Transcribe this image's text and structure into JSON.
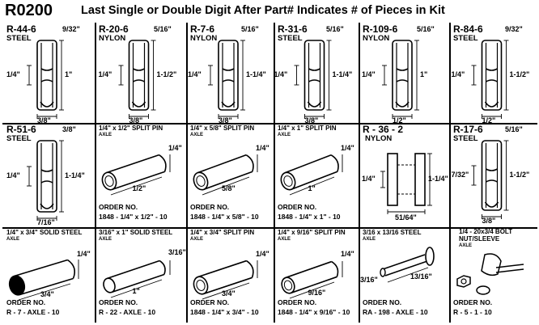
{
  "header": {
    "code": "R0200",
    "title": "Last Single or Double Digit After Part# Indicates # of Pieces in Kit"
  },
  "row1": [
    {
      "part": "R-44-6",
      "material": "STEEL",
      "top": "9/32\"",
      "left": "1/4\"",
      "height": "1\"",
      "bottom": "3/8\""
    },
    {
      "part": "R-20-6",
      "material": "NYLON",
      "top": "5/16\"",
      "left": "1/4\"",
      "height": "1-1/2\"",
      "bottom": "3/8\""
    },
    {
      "part": "R-7-6",
      "material": "NYLON",
      "top": "5/16\"",
      "left": "1/4\"",
      "height": "1-1/4\"",
      "bottom": "3/8\""
    },
    {
      "part": "R-31-6",
      "material": "STEEL",
      "top": "5/16\"",
      "left": "1/4\"",
      "height": "1-1/4\"",
      "bottom": "3/8\""
    },
    {
      "part": "R-109-6",
      "material": "NYLON",
      "top": "5/16\"",
      "left": "1/4\"",
      "height": "1\"",
      "bottom": "1/2\""
    },
    {
      "part": "R-84-6",
      "material": "STEEL",
      "top": "9/32\"",
      "left": "1/4\"",
      "height": "1-1/2\"",
      "bottom": "1/2\""
    }
  ],
  "row2": {
    "r51": {
      "part": "R-51-6",
      "material": "STEEL",
      "top": "3/8\"",
      "left": "1/4\"",
      "height": "1-1/4\"",
      "bottom": "7/16\""
    },
    "pins": [
      {
        "caption": "1/4\" x 1/2\" SPLIT PIN",
        "sub": "AXLE",
        "diam": "1/4\"",
        "length": "1/2\"",
        "order_label": "ORDER NO.",
        "order": "1848 - 1/4\" x 1/2\" - 10"
      },
      {
        "caption": "1/4\" x 5/8\" SPLIT PIN",
        "sub": "AXLE",
        "diam": "1/4\"",
        "length": "5/8\"",
        "order_label": "ORDER NO.",
        "order": "1848 - 1/4\" x 5/8\" - 10"
      },
      {
        "caption": "1/4\" x 1\" SPLIT PIN",
        "sub": "AXLE",
        "diam": "1/4\"",
        "length": "1\"",
        "order_label": "ORDER NO.",
        "order": "1848 - 1/4\" x 1\" - 10"
      }
    ],
    "r36": {
      "part": "R - 36 - 2",
      "material": "NYLON",
      "left": "1/4\"",
      "height": "1-1/4\"",
      "bottom": "51/64\""
    },
    "r17": {
      "part": "R-17-6",
      "material": "STEEL",
      "top": "5/16\"",
      "left": "7/32\"",
      "height": "1-1/2\"",
      "bottom": "3/8\""
    }
  },
  "row3": [
    {
      "caption": "1/4\" x 3/4\" SOLID STEEL",
      "sub": "AXLE",
      "diam": "1/4\"",
      "length": "3/4\"",
      "order_label": "ORDER NO.",
      "order": "R - 7 - AXLE - 10"
    },
    {
      "caption": "3/16\" x 1\" SOLID STEEL",
      "sub": "AXLE",
      "diam": "3/16\"",
      "length": "1\"",
      "order_label": "ORDER NO.",
      "order": "R - 22 - AXLE - 10"
    },
    {
      "caption": "1/4\" x 3/4\" SPLIT PIN",
      "sub": "AXLE",
      "diam": "1/4\"",
      "length": "3/4\"",
      "order_label": "ORDER NO.",
      "order": "1848 - 1/4\" x 3/4\" - 10"
    },
    {
      "caption": "1/4\" x 9/16\" SPLIT PIN",
      "sub": "AXLE",
      "diam": "1/4\"",
      "length": "9/16\"",
      "order_label": "ORDER NO.",
      "order": "1848 - 1/4\" x 9/16\" - 10"
    },
    {
      "caption": "3/16 x 13/16  STEEL",
      "sub": "AXLE",
      "diam": "3/16\"",
      "length": "13/16\"",
      "order_label": "ORDER NO.",
      "order": "RA - 198 - AXLE - 10"
    },
    {
      "caption": "1/4 - 20x3/4  BOLT",
      "caption2": "NUT/SLEEVE",
      "sub": "AXLE",
      "order_label": "ORDER NO.",
      "order": "R - 5 - 1 - 10"
    }
  ]
}
